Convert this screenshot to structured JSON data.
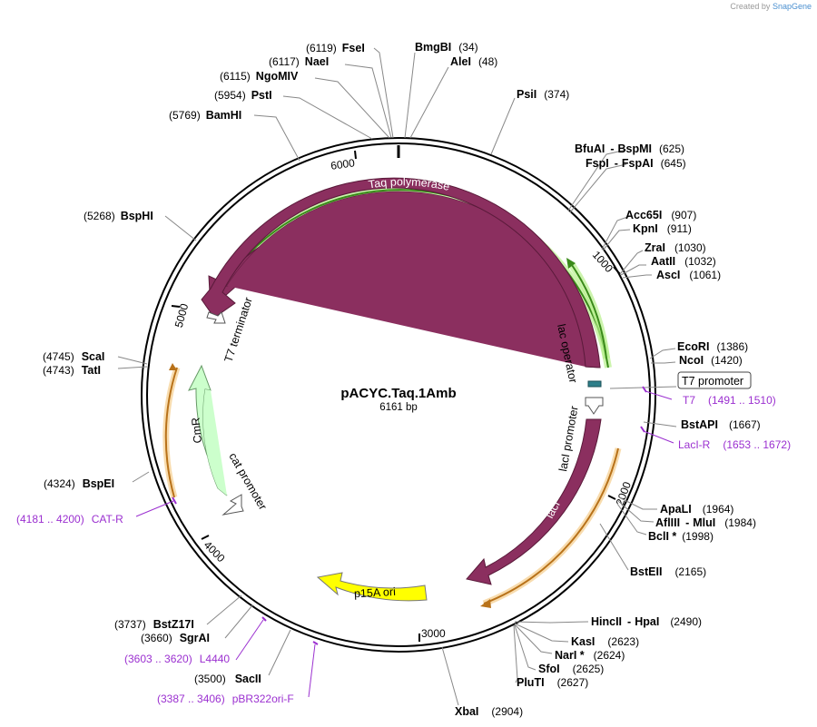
{
  "credit": {
    "prefix": "Created by",
    "brand": "SnapGene"
  },
  "plasmid": {
    "name": "pACYC.Taq.1Amb",
    "length_label": "6161 bp"
  },
  "ticks": [
    "1000",
    "2000",
    "3000",
    "4000",
    "5000",
    "6000"
  ],
  "features": {
    "taq": "Taq polymerase",
    "lac_operator": "lac operator",
    "laci_promoter": "lacI promoter",
    "laci": "lacI",
    "p15a": "p15A ori",
    "cmr": "CmR",
    "cat_promoter": "cat promoter",
    "t7_terminator": "T7 terminator",
    "t7_promoter": "T7 promoter"
  },
  "sites": {
    "fsei": [
      "FseI",
      "(6119)"
    ],
    "naei": [
      "NaeI",
      "(6117)"
    ],
    "ngomiv": [
      "NgoMIV",
      "(6115)"
    ],
    "psti": [
      "PstI",
      "(5954)"
    ],
    "bamhi": [
      "BamHI",
      "(5769)"
    ],
    "bmgbi": [
      "BmgBI",
      "(34)"
    ],
    "alei": [
      "AleI",
      "(48)"
    ],
    "psii": [
      "PsiI",
      "(374)"
    ],
    "bfuai": [
      "BfuAI",
      "-",
      "BspMI",
      "(625)"
    ],
    "fspi": [
      "FspI",
      "-",
      "FspAI",
      "(645)"
    ],
    "acc65i": [
      "Acc65I",
      "(907)"
    ],
    "kpni": [
      "KpnI",
      "(911)"
    ],
    "zrai": [
      "ZraI",
      "(1030)"
    ],
    "aatii": [
      "AatII",
      "(1032)"
    ],
    "asci": [
      "AscI",
      "(1061)"
    ],
    "ecori": [
      "EcoRI",
      "(1386)"
    ],
    "ncoi": [
      "NcoI",
      "(1420)"
    ],
    "bstapi": [
      "BstAPI",
      "(1667)"
    ],
    "apali": [
      "ApaLI",
      "(1964)"
    ],
    "afliii": [
      "AflIII",
      "-",
      "MluI",
      "(1984)"
    ],
    "bcli": [
      "BclI *",
      "(1998)"
    ],
    "bsteii": [
      "BstEII",
      "(2165)"
    ],
    "hincii": [
      "HincII",
      "-",
      "HpaI",
      "(2490)"
    ],
    "kasi": [
      "KasI",
      "(2623)"
    ],
    "nari": [
      "NarI *",
      "(2624)"
    ],
    "sfoi": [
      "SfoI",
      "(2625)"
    ],
    "pluti": [
      "PluTI",
      "(2627)"
    ],
    "xbai": [
      "XbaI",
      "(2904)"
    ],
    "bsphi": [
      "BspHI",
      "(5268)"
    ],
    "scai": [
      "ScaI",
      "(4745)"
    ],
    "tati": [
      "TatI",
      "(4743)"
    ],
    "bspei": [
      "BspEI",
      "(4324)"
    ],
    "bstz17i": [
      "BstZ17I",
      "(3737)"
    ],
    "sgrai": [
      "SgrAI",
      "(3660)"
    ],
    "sacii": [
      "SacII",
      "(3500)"
    ]
  },
  "primers": {
    "t7": [
      "T7",
      "(1491 .. 1510)"
    ],
    "laci_r": [
      "LacI-R",
      "(1653 .. 1672)"
    ],
    "cat_r": [
      "(4181 .. 4200)",
      "CAT-R"
    ],
    "l4440": [
      "(3603 .. 3620)",
      "L4440"
    ],
    "pbr322": [
      "(3387 .. 3406)",
      "pBR322ori-F"
    ]
  },
  "colors": {
    "feature_dark": "#8b2f5f",
    "primer": "#9b30d0",
    "orf_green": "#3a8a1a",
    "orf_orange": "#b8721a",
    "p15a": "#ffff00",
    "cmr": "#ccffcc",
    "lac_operator": "#2e7f8a"
  }
}
